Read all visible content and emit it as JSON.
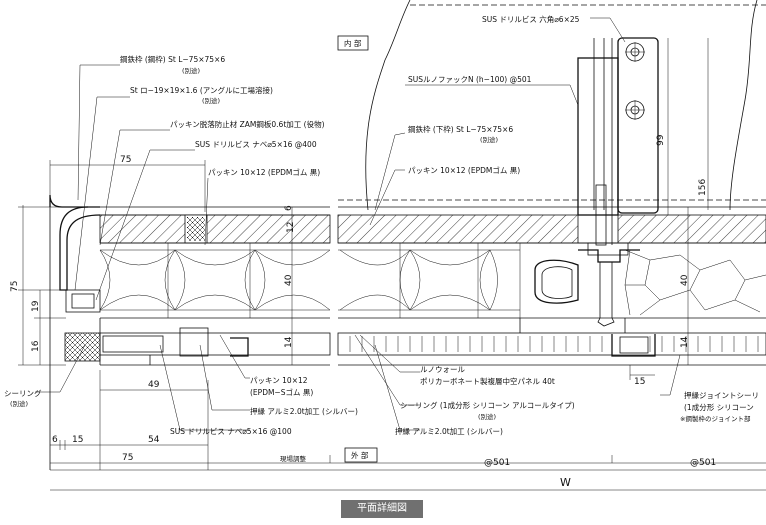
{
  "zones": {
    "inside": "内 部",
    "outside": "外 部"
  },
  "labels": {
    "frame_top": "鋼鉄枠 (鋼枠) St L−75×75×6",
    "frame_top_sub": "(別途)",
    "st_square": "St ロ−19×19×1.6 (アングルに工場溶接)",
    "st_square_sub": "(別途)",
    "packing_plate": "パッキン脱落防止材 ZAM鋼板0.6t加工 (役物)",
    "screw_top": "SUS ドリルビス ナベ⌀5×16 @400",
    "packing_top": "パッキン 10×12 (EPDMゴム 黒)",
    "sus_hex": "SUS ドリルビス 六角⌀6×25",
    "fastener": "SUSルノファックN (h−100) @501",
    "frame_lower": "鋼鉄枠 (下枠) St L−75×75×6",
    "frame_lower_sub": "(別途)",
    "packing_mid": "パッキン 10×12 (EPDMゴム 黒)",
    "packing_bot": "パッキン 10×12",
    "packing_bot_sub": "(EPDM−Sゴム 黒)",
    "press_top": "押縁 アルミ2.0t加工 (シルバー)",
    "screw_bot": "SUS ドリルビス ナベ⌀5×16 @100",
    "sealing_left": "シーリング",
    "sealing_left_sub": "(別途)",
    "panel_line1": "ルノウォール",
    "panel_line2": "ポリカーボネート製複層中空パネル 40t",
    "sealing_mid": "シーリング (1成分形 シリコーン アルコールタイプ)",
    "sealing_mid_sub": "(別途)",
    "press_bot": "押縁 アルミ2.0t加工 (シルバー)",
    "joint_line1": "押縁ジョイントシーリ",
    "joint_line2": "(1成分形 シリコーン",
    "joint_line3": "※鋼製枠のジョイント部",
    "site_work": "現場調整"
  },
  "dims": {
    "d75_top": "75",
    "d75_left": "75",
    "d19": "19",
    "d16": "16",
    "d49": "49",
    "d54": "54",
    "d6": "6",
    "d15": "15",
    "d75_bot": "75",
    "d12": "12",
    "d6_v": "6",
    "d40": "40",
    "d14": "14",
    "d40_r": "40",
    "d14_r": "14",
    "d99": "99",
    "d156": "156",
    "d15_r": "15",
    "pitch1": "@501",
    "pitch2": "@501",
    "width": "W"
  },
  "caption": "平面詳細図"
}
